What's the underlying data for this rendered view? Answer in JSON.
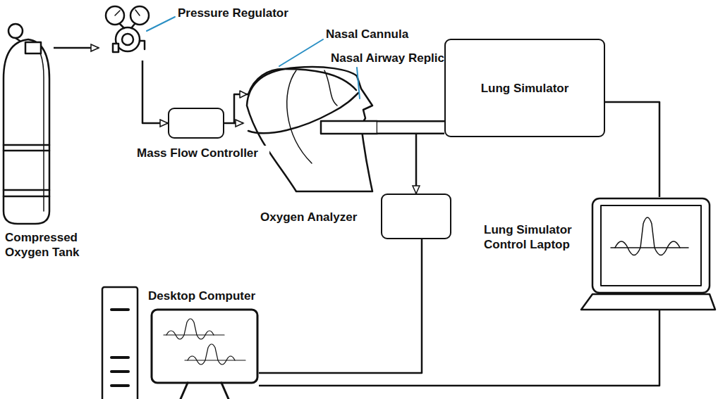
{
  "diagram": {
    "nodes": [
      {
        "text": [
          "Compressed Oxygen Tank"
        ]
      },
      {
        "text": [
          "Pressure Regulator"
        ]
      },
      {
        "text": [
          "Mass Flow Controller"
        ]
      },
      {
        "text": [
          "Nasal Airway Replica"
        ]
      },
      {
        "text": [
          "Lung Simulator"
        ]
      },
      {
        "text": [
          "Oxygen Analyzer"
        ]
      },
      {
        "text": [
          "Lung Simulator Control Laptop"
        ]
      },
      {
        "text": [
          "Desktop Computer"
        ]
      }
    ],
    "edges": [
      {
        "from": 0,
        "to": 1,
        "arrow": "to"
      },
      {
        "from": 1,
        "to": 2,
        "arrow": "to"
      },
      {
        "from": 2,
        "to": 3,
        "arrow": "to"
      },
      {
        "from": 3,
        "to": 4,
        "arrow": "none"
      },
      {
        "from": 3,
        "to": 5,
        "arrow": "to"
      },
      {
        "from": 5,
        "to": 7,
        "arrow": "none"
      },
      {
        "from": 4,
        "to": 6,
        "arrow": "none"
      },
      {
        "from": 6,
        "to": 7,
        "arrow": "none"
      }
    ],
    "labels": [
      "Nasal Cannula"
    ]
  }
}
